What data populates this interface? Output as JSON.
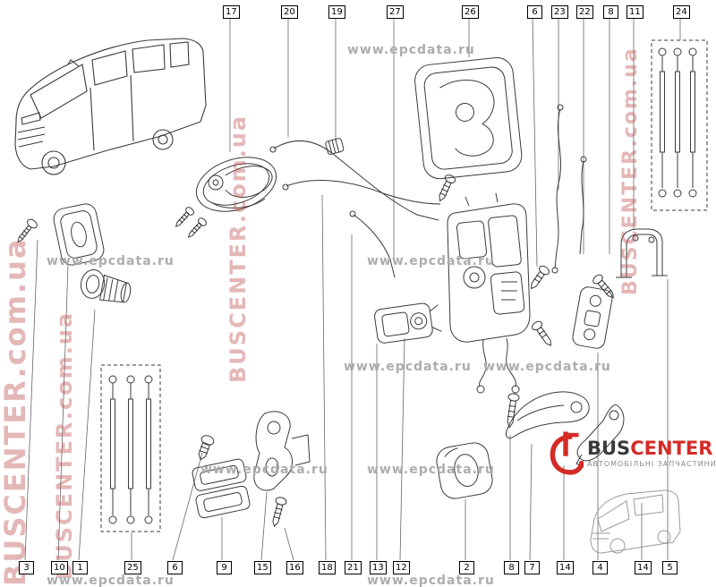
{
  "diagram": {
    "top_callouts": [
      "17",
      "20",
      "19",
      "27",
      "26",
      "6",
      "23",
      "22",
      "8",
      "11",
      "24"
    ],
    "bottom_callouts": [
      "3",
      "10",
      "1",
      "25",
      "6",
      "9",
      "15",
      "16",
      "18",
      "21",
      "13",
      "12",
      "2",
      "8",
      "7",
      "14",
      "4",
      "14",
      "5"
    ],
    "colors": {
      "line": "#3a3a3a",
      "watermark_red": "#c05555",
      "watermark_gray": "#a9a9a9",
      "accent": "#d42b26"
    }
  },
  "watermarks": {
    "buscenter": "BUSCENTER.com.ua",
    "epcdata": "www.epcdata.ru"
  },
  "logo": {
    "text_primary": "BUS",
    "text_secondary": "CENTER",
    "tagline": "АВТОМОБІЛЬНІ ЗАПЧАСТИНИ"
  }
}
